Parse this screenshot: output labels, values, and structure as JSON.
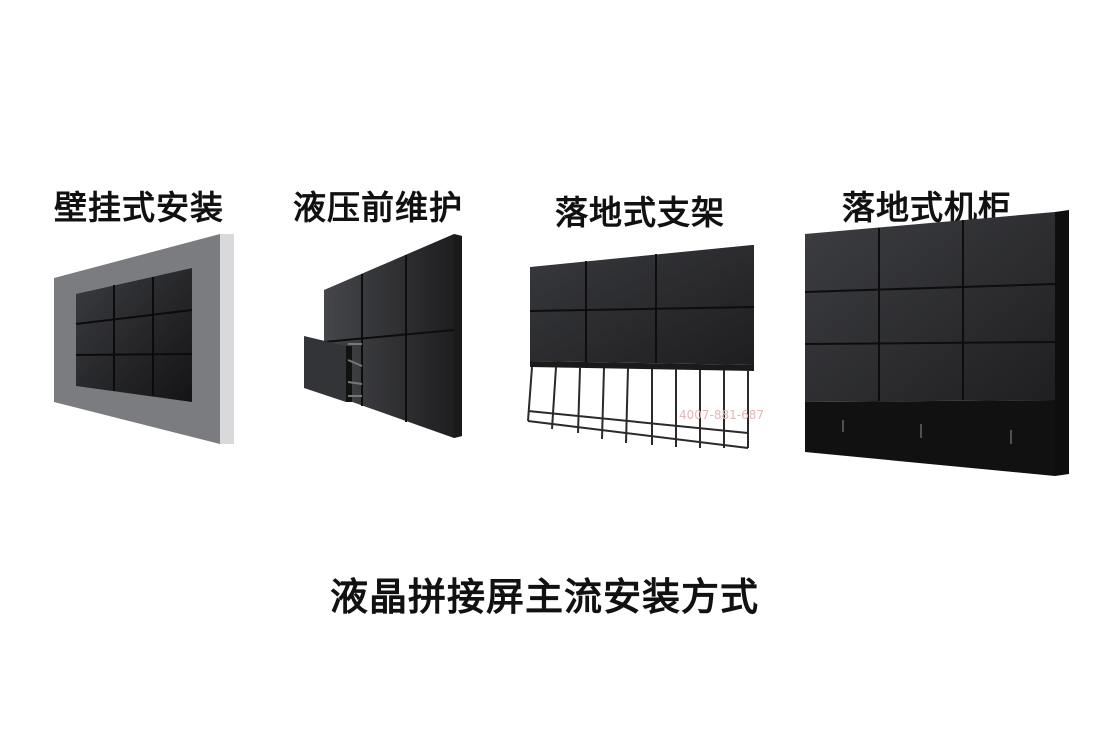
{
  "labels": {
    "wall_mount": "壁挂式安装",
    "hydraulic_front": "液压前维护",
    "floor_bracket": "落地式支架",
    "floor_cabinet": "落地式机柜"
  },
  "caption": "液晶拼接屏主流安装方式",
  "watermark": "4007-881-687",
  "colors": {
    "panel_dark": "#2a2b2e",
    "panel_seam": "#0d0d0e",
    "wall_gray": "#7b7c80",
    "frame_black": "#1a1a1a",
    "text": "#111111"
  }
}
